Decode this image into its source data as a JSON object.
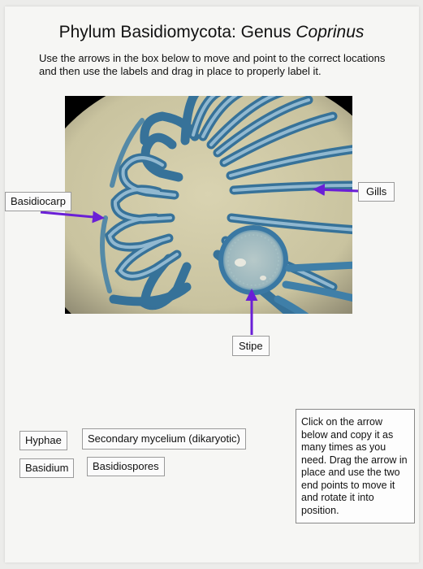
{
  "title": {
    "prefix": "Phylum Basidiomycota: Genus ",
    "genus": "Coprinus"
  },
  "instructions": "Use the arrows in the box below to move and point to the correct locations and then use the labels and drag in place to properly label it.",
  "diagram_labels": {
    "basidiocarp": "Basidiocarp",
    "gills": "Gills",
    "stipe": "Stipe"
  },
  "label_bank": {
    "hyphae": "Hyphae",
    "secondary_mycelium": "Secondary mycelium (dikaryotic)",
    "basidium": "Basidium",
    "basidiospores": "Basidiospores"
  },
  "note": "Click on the arrow below and copy it as many times as you need. Drag the arrow in place and use the two end points to move it and rotate it into position.",
  "colors": {
    "arrow": "#6a1fd6",
    "stain_blue": "#4f8fb7",
    "background_tan": "#cfc9a4"
  }
}
